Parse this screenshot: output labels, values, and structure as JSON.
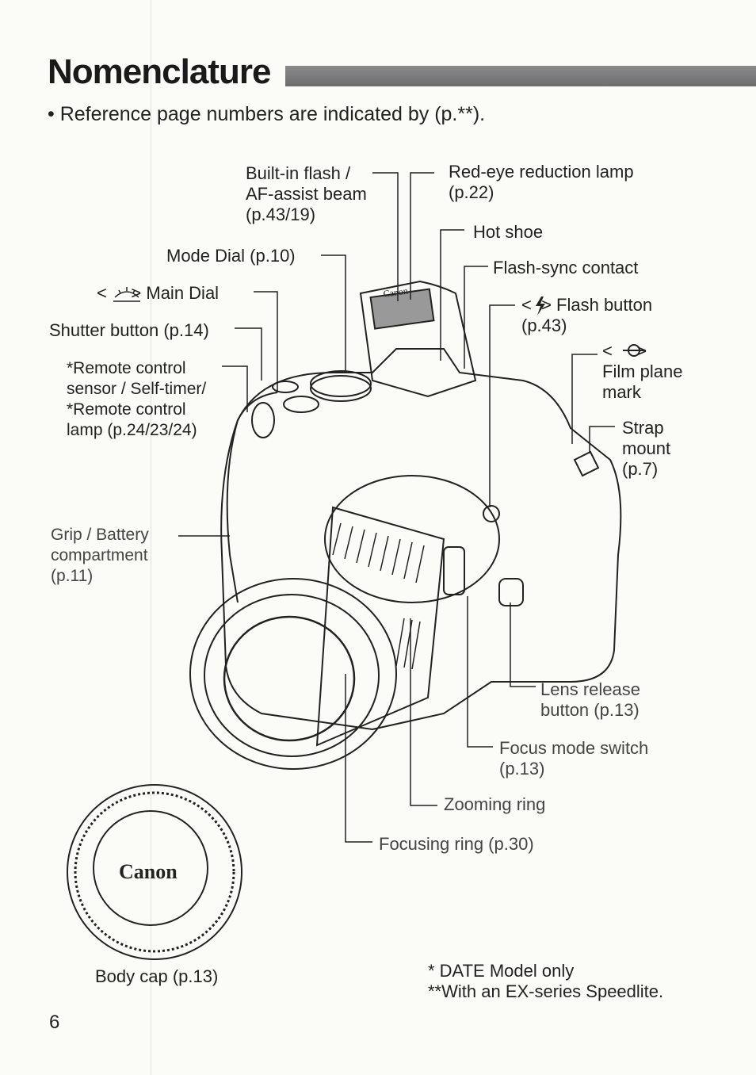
{
  "header": {
    "title": "Nomenclature",
    "intro": "• Reference page numbers are indicated by (p.**)."
  },
  "labels": {
    "builtin_flash": [
      "Built-in flash /",
      "AF-assist beam",
      "(p.43/19)"
    ],
    "red_eye": [
      "Red-eye reduction lamp",
      "(p.22)"
    ],
    "hot_shoe": "Hot shoe",
    "mode_dial": "Mode Dial (p.10)",
    "flash_sync": "Flash-sync contact",
    "main_dial": "<     > Main Dial",
    "flash_button": [
      "<  > Flash button",
      "(p.43)"
    ],
    "shutter_button": "Shutter button (p.14)",
    "film_plane": [
      "<     >",
      "Film plane",
      "mark"
    ],
    "remote_sensor": [
      "*Remote control",
      "sensor / Self-timer/",
      "*Remote control",
      "lamp (p.24/23/24)"
    ],
    "strap_mount": [
      "Strap",
      "mount",
      "(p.7)"
    ],
    "grip_battery": [
      "Grip / Battery",
      "compartment",
      "(p.11)"
    ],
    "lens_release": [
      "Lens release",
      "button (p.13)"
    ],
    "focus_mode": [
      "Focus mode switch",
      "(p.13)"
    ],
    "zooming_ring": "Zooming ring",
    "focusing_ring": "Focusing ring (p.30)",
    "body_cap": "Body cap (p.13)"
  },
  "logos": {
    "flash_logo": "Canon",
    "body_cap_logo": "Canon"
  },
  "footnotes": [
    "*  DATE Model only",
    "**With an EX-series Speedlite."
  ],
  "page_number": "6"
}
